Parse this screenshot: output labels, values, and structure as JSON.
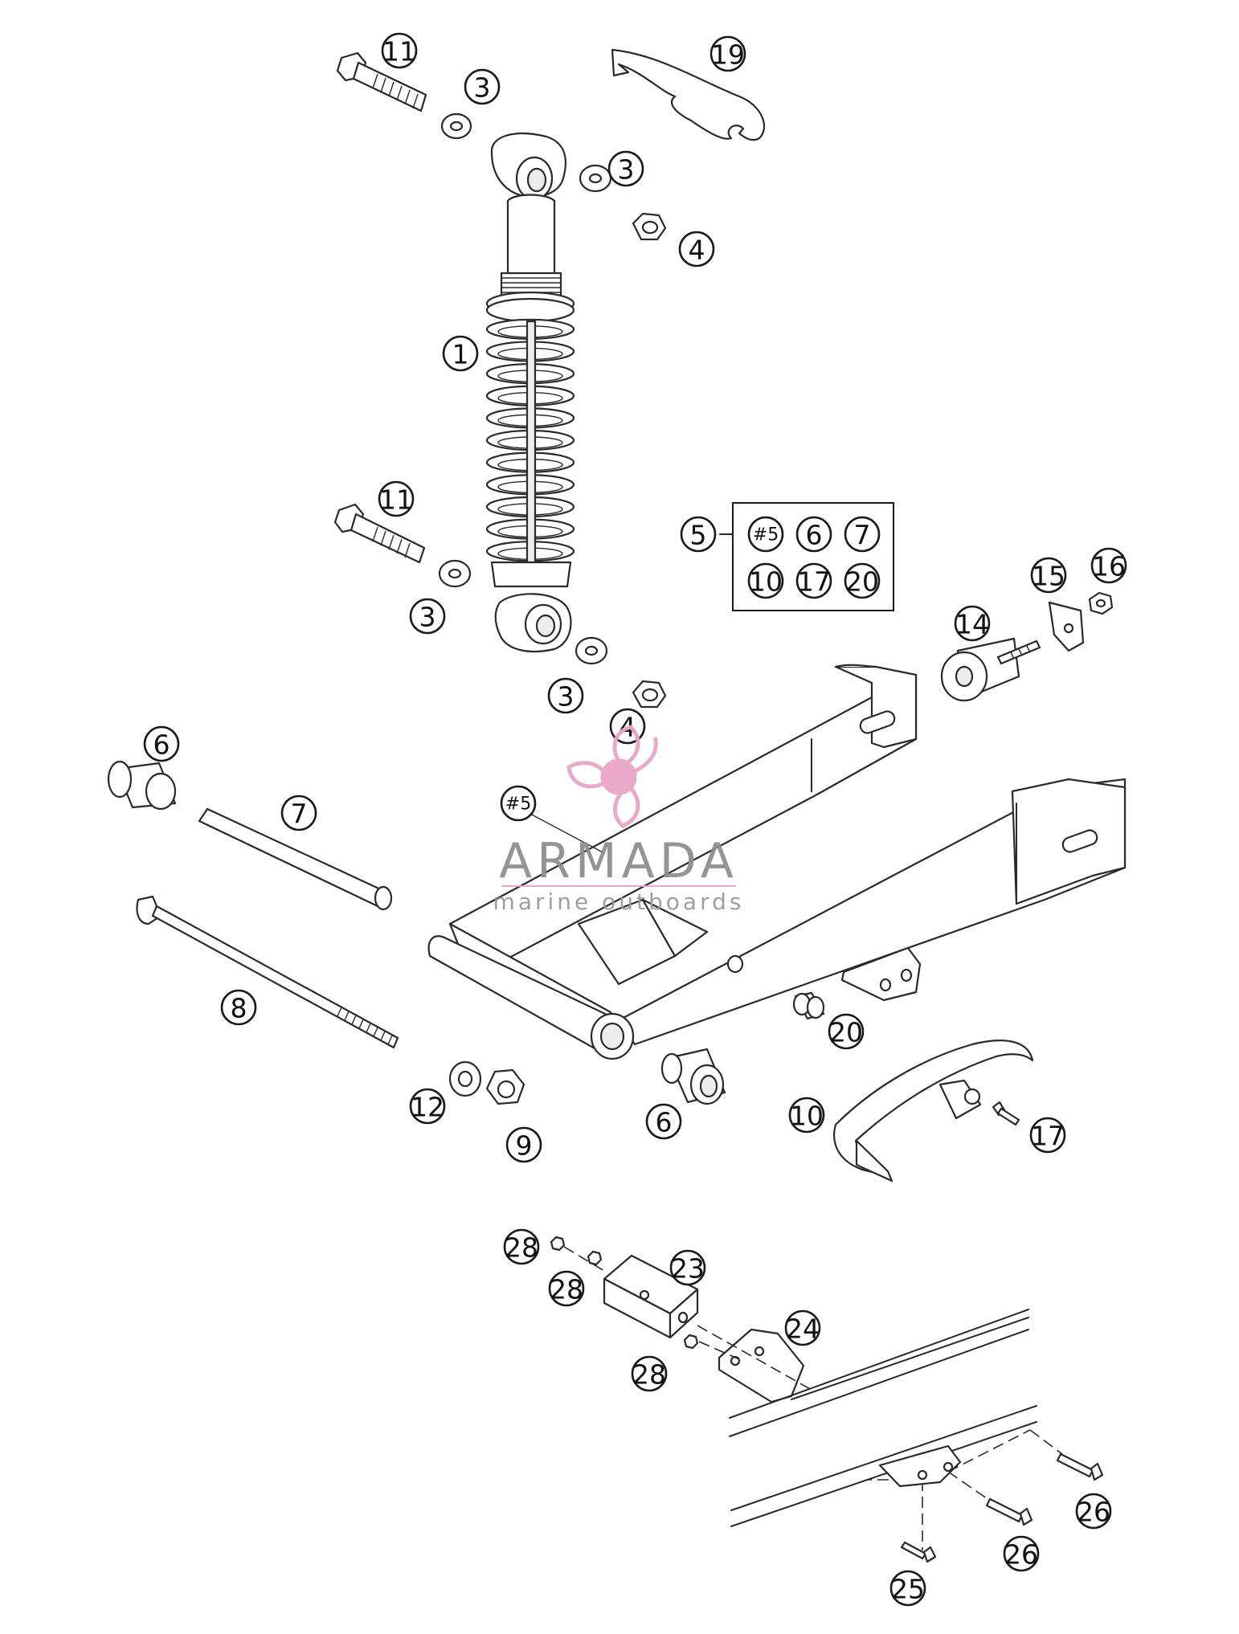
{
  "callouts": [
    {
      "id": "c11a",
      "label": "11"
    },
    {
      "id": "c19",
      "label": "19"
    },
    {
      "id": "c3a",
      "label": "3"
    },
    {
      "id": "c3b",
      "label": "3"
    },
    {
      "id": "c4a",
      "label": "4"
    },
    {
      "id": "c1",
      "label": "1"
    },
    {
      "id": "c11b",
      "label": "11"
    },
    {
      "id": "c3c",
      "label": "3"
    },
    {
      "id": "c3d",
      "label": "3"
    },
    {
      "id": "c5",
      "label": "5"
    },
    {
      "id": "c15",
      "label": "15"
    },
    {
      "id": "c16",
      "label": "16"
    },
    {
      "id": "c14",
      "label": "14"
    },
    {
      "id": "c4b",
      "label": "4"
    },
    {
      "id": "c6a",
      "label": "6"
    },
    {
      "id": "c7",
      "label": "7"
    },
    {
      "id": "c5sub",
      "label": "#5"
    },
    {
      "id": "c8",
      "label": "8"
    },
    {
      "id": "c20",
      "label": "20"
    },
    {
      "id": "c12",
      "label": "12"
    },
    {
      "id": "c9",
      "label": "9"
    },
    {
      "id": "c6b",
      "label": "6"
    },
    {
      "id": "c10",
      "label": "10"
    },
    {
      "id": "c17",
      "label": "17"
    },
    {
      "id": "c28a",
      "label": "28"
    },
    {
      "id": "c28b",
      "label": "28"
    },
    {
      "id": "c23",
      "label": "23"
    },
    {
      "id": "c24",
      "label": "24"
    },
    {
      "id": "c28c",
      "label": "28"
    },
    {
      "id": "c26a",
      "label": "26"
    },
    {
      "id": "c26b",
      "label": "26"
    },
    {
      "id": "c25",
      "label": "25"
    }
  ],
  "kit": {
    "items": [
      "#5",
      "6",
      "7",
      "10",
      "17",
      "20"
    ]
  },
  "watermark": {
    "name": "ARMADA",
    "tagline": "marine outboards",
    "colors": {
      "logo": "#e8a6c8",
      "text": "#8f8f8f"
    }
  }
}
